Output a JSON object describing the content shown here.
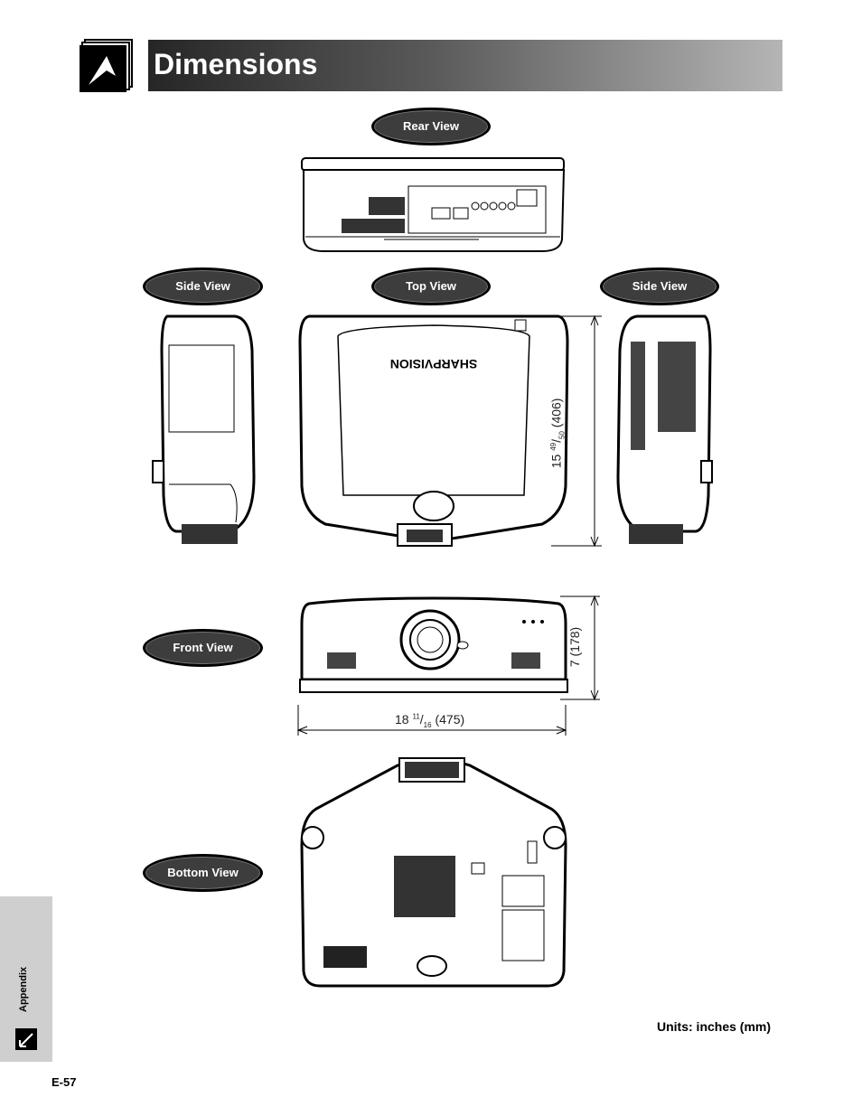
{
  "header": {
    "title": "Dimensions"
  },
  "views": {
    "rear": "Rear View",
    "side_left": "Side View",
    "top": "Top View",
    "side_right": "Side View",
    "front": "Front View",
    "bottom": "Bottom View"
  },
  "dimensions": {
    "depth_main": "15",
    "depth_num": "49",
    "depth_den": "50",
    "depth_mm": "(406)",
    "height": "7 (178)",
    "width_main": "18",
    "width_num": "11",
    "width_den": "16",
    "width_mm": "(475)"
  },
  "logo_text": "SHARPVISION",
  "sidebar": {
    "section": "Appendix"
  },
  "footer": {
    "page_number": "E-57",
    "units": "Units: inches (mm)"
  }
}
